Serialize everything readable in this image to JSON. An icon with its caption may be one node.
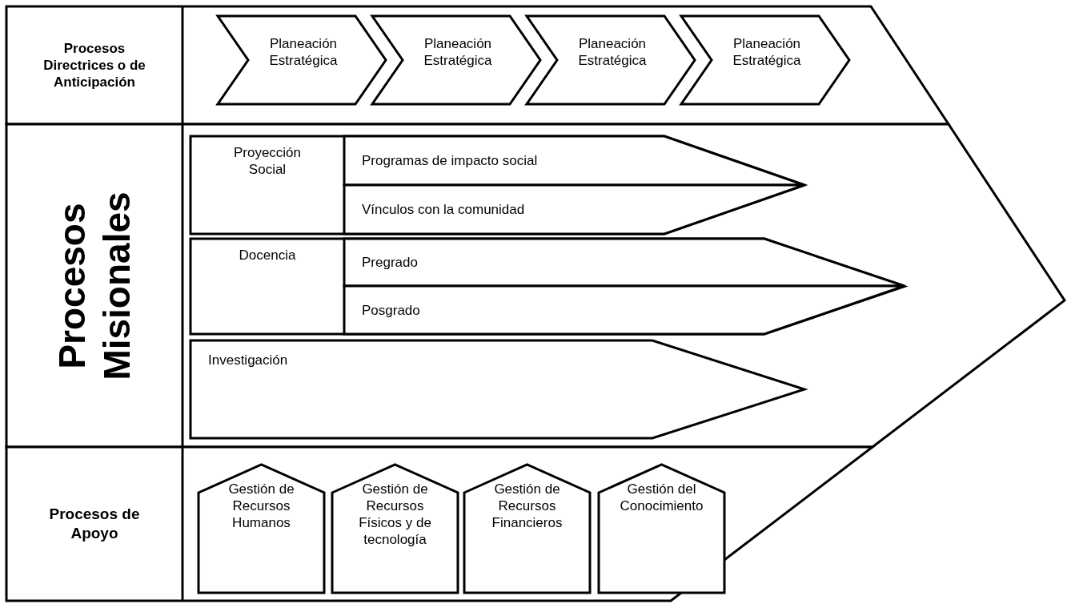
{
  "diagram": {
    "nodes": [
      {
        "text": [
          "Procesos Directrices o de Anticipación"
        ]
      },
      {
        "text": [
          "Planeación Estratégica"
        ],
        "in": 0
      },
      {
        "text": [
          "Planeación Estratégica"
        ],
        "in": 0
      },
      {
        "text": [
          "Planeación Estratégica"
        ],
        "in": 0
      },
      {
        "text": [
          "Planeación Estratégica"
        ],
        "in": 0
      },
      {
        "text": [
          "Procesos Misionales"
        ]
      },
      {
        "text": [
          "Proyección Social"
        ],
        "in": 5
      },
      {
        "text": [
          "Programas de impacto social"
        ],
        "in": 6
      },
      {
        "text": [
          "Vínculos con la comunidad"
        ],
        "in": 6
      },
      {
        "text": [
          "Docencia"
        ],
        "in": 5
      },
      {
        "text": [
          "Pregrado"
        ],
        "in": 9
      },
      {
        "text": [
          "Posgrado"
        ],
        "in": 9
      },
      {
        "text": [
          "Investigación"
        ],
        "in": 5
      },
      {
        "text": [
          "Procesos de Apoyo"
        ]
      },
      {
        "text": [
          "Gestión de Recursos Humanos"
        ],
        "in": 13
      },
      {
        "text": [
          "Gestión de Recursos Físicos y de tecnología"
        ],
        "in": 13
      },
      {
        "text": [
          "Gestión de Recursos Financieros"
        ],
        "in": 13
      },
      {
        "text": [
          "Gestión del Conocimiento"
        ],
        "in": 13
      }
    ]
  }
}
